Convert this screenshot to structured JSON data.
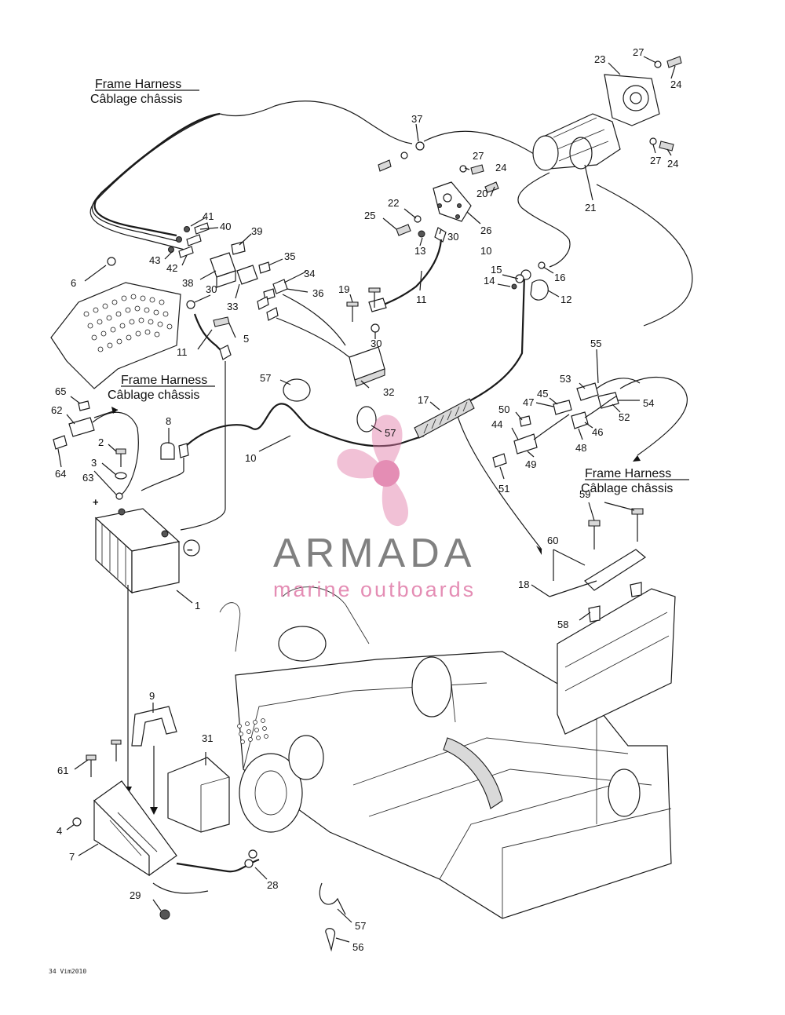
{
  "headers": {
    "harness_en": "Frame Harness",
    "harness_fr": "Câblage châssis"
  },
  "watermark": {
    "brand": "ARMADA",
    "tagline": "marine outboards",
    "color_text": "#6b6b6b",
    "color_logo": "#e07aa8"
  },
  "footer_code": "34 Vim2010",
  "callouts": {
    "1": "1",
    "2": "2",
    "3": "3",
    "4": "4",
    "5": "5",
    "6": "6",
    "7": "7",
    "8": "8",
    "9": "9",
    "10": "10",
    "11": "11",
    "12": "12",
    "13": "13",
    "14": "14",
    "15": "15",
    "16": "16",
    "17": "17",
    "18": "18",
    "19": "19",
    "20": "20",
    "21": "21",
    "22": "22",
    "23": "23",
    "24": "24",
    "25": "25",
    "26": "26",
    "27": "27",
    "28": "28",
    "29": "29",
    "30": "30",
    "31": "31",
    "32": "32",
    "33": "33",
    "34": "34",
    "35": "35",
    "36": "36",
    "37": "37",
    "38": "38",
    "39": "39",
    "40": "40",
    "41": "41",
    "42": "42",
    "43": "43",
    "44": "44",
    "45": "45",
    "46": "46",
    "47": "47",
    "48": "48",
    "49": "49",
    "50": "50",
    "51": "51",
    "52": "52",
    "53": "53",
    "54": "54",
    "55": "55",
    "56": "56",
    "57": "57",
    "58": "58",
    "59": "59",
    "60": "60",
    "61": "61",
    "62": "62",
    "63": "63",
    "64": "64",
    "65": "65"
  },
  "battery_terminals": {
    "positive": "+",
    "negative": "−"
  }
}
